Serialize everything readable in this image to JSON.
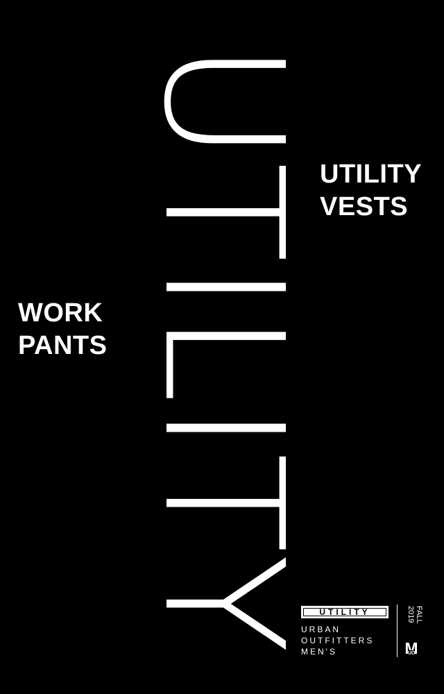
{
  "poster": {
    "big_word": "UTILITY",
    "background_color": "#000000",
    "text_color": "#ffffff"
  },
  "categories": {
    "vests_line1": "UTILITY",
    "vests_line2": "VESTS",
    "pants_line1": "WORK",
    "pants_line2": "PANTS"
  },
  "lockup": {
    "badge": "UTILITY",
    "brand_line1": "URBAN",
    "brand_line2": "OUTFITTERS",
    "brand_line3": "MEN'S",
    "season_line1": "FALL",
    "season_line2": "2019",
    "logo_mark": "M",
    "logo_sub": "UO"
  }
}
